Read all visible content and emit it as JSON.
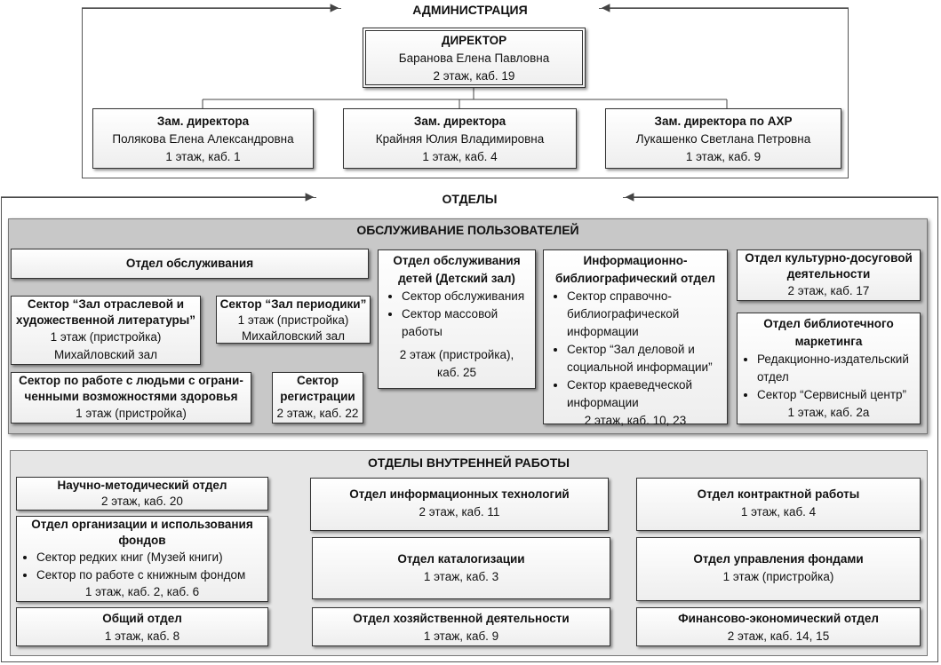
{
  "admin": {
    "title": "АДМИНИСТРАЦИЯ",
    "director": {
      "title": "ДИРЕКТОР",
      "name": "Баранова Елена Павловна",
      "room": "2 этаж, каб. 19"
    },
    "deputies": [
      {
        "title": "Зам. директора",
        "name": "Полякова Елена Александровна",
        "room": "1 этаж, каб. 1"
      },
      {
        "title": "Зам. директора",
        "name": "Крайняя Юлия Владимировна",
        "room": "1 этаж, каб. 4"
      },
      {
        "title": "Зам. директора по АХР",
        "name": "Лукашенко Светлана Петровна",
        "room": "1 этаж, каб. 9"
      }
    ]
  },
  "departments_title": "ОТДЕЛЫ",
  "service": {
    "title": "ОБСЛУЖИВАНИЕ ПОЛЬЗОВАТЕЛЕЙ",
    "main": {
      "title": "Отдел обслуживания"
    },
    "sector_lit": {
      "title1": "Сектор “Зал отраслевой и",
      "title2": "художественной литературы”",
      "room": "1 этаж (пристройка)",
      "hall": "Михайловский зал"
    },
    "sector_period": {
      "title": "Сектор “Зал периодики”",
      "room": "1 этаж (пристройка)",
      "hall": "Михайловский зал"
    },
    "sector_disab": {
      "title1": "Сектор по работе с людьми с ограни-",
      "title2": "ченными возможностями здоровья",
      "room": "1 этаж (пристройка)"
    },
    "sector_reg": {
      "title1": "Сектор",
      "title2": "регистрации",
      "room": "2 этаж, каб. 22"
    },
    "children": {
      "title1": "Отдел обслуживания",
      "title2": "детей (Детский зал)",
      "items": [
        "Сектор обслуживания",
        "Сектор массовой работы"
      ],
      "room1": "2 этаж (пристройка),",
      "room2": "каб. 25"
    },
    "info": {
      "title1": "Информационно-",
      "title2": "библиографический отдел",
      "items": [
        "Сектор справочно-библиографической информации",
        "Сектор “Зал деловой и социальной информации”",
        "Сектор краеведческой информации"
      ],
      "room": "2 этаж, каб. 10, 23"
    },
    "culture": {
      "title1": "Отдел культурно-досуговой",
      "title2": "деятельности",
      "room": "2 этаж, каб. 17"
    },
    "marketing": {
      "title1": "Отдел библиотечного",
      "title2": "маркетинга",
      "items": [
        "Редакционно-издательский отдел",
        "Сектор “Сервисный центр”"
      ],
      "room": "1 этаж, каб. 2а"
    }
  },
  "internal": {
    "title": "ОТДЕЛЫ ВНУТРЕННЕЙ РАБОТЫ",
    "scimethod": {
      "title": "Научно-методический отдел",
      "room": "2 этаж, каб. 20"
    },
    "funds_org": {
      "title1": "Отдел организации и использования",
      "title2": "фондов",
      "items": [
        "Сектор редких книг (Музей книги)",
        "Сектор по работе с книжным фондом"
      ],
      "room": "1 этаж, каб. 2, каб. 6"
    },
    "general": {
      "title": "Общий отдел",
      "room": "1 этаж, каб. 8"
    },
    "it": {
      "title": "Отдел информационных технологий",
      "room": "2 этаж, каб. 11"
    },
    "catalog": {
      "title": "Отдел каталогизации",
      "room": "1 этаж, каб. 3"
    },
    "household": {
      "title": "Отдел хозяйственной деятельности",
      "room": "1 этаж, каб. 9"
    },
    "contract": {
      "title": "Отдел контрактной работы",
      "room": "1 этаж, каб. 4"
    },
    "funds_mgmt": {
      "title": "Отдел управления фондами",
      "room": "1 этаж (пристройка)"
    },
    "finance": {
      "title": "Финансово-экономический отдел",
      "room": "2 этаж, каб. 14, 15"
    }
  }
}
